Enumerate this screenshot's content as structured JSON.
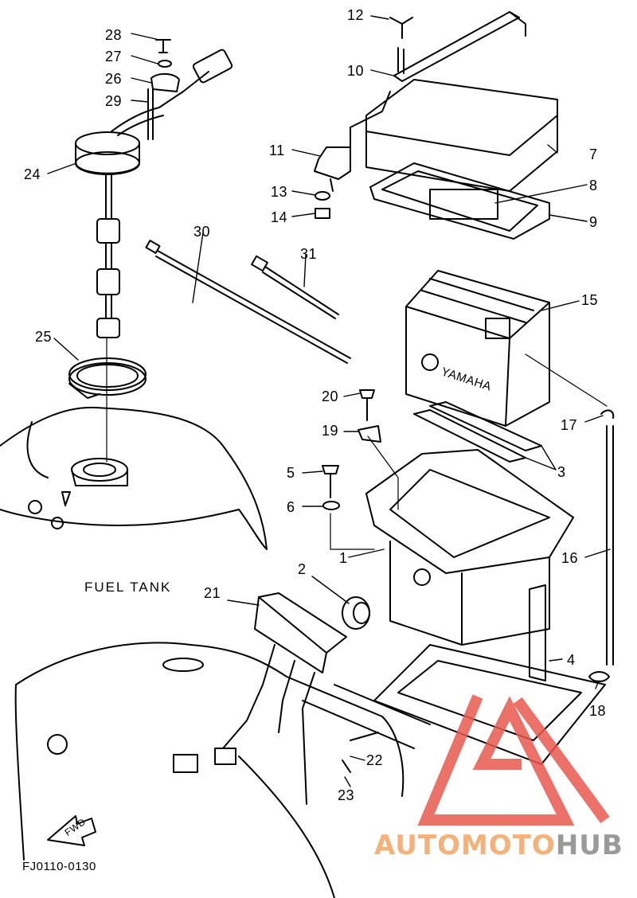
{
  "callouts": {
    "n1": "1",
    "n2": "2",
    "n3": "3",
    "n4": "4",
    "n5": "5",
    "n6": "6",
    "n7": "7",
    "n8": "8",
    "n9": "9",
    "n10": "10",
    "n11": "11",
    "n12": "12",
    "n13": "13",
    "n14": "14",
    "n15": "15",
    "n16": "16",
    "n17": "17",
    "n18": "18",
    "n19": "19",
    "n20": "20",
    "n21": "21",
    "n22": "22",
    "n23": "23",
    "n24": "24",
    "n25": "25",
    "n26": "26",
    "n27": "27",
    "n28": "28",
    "n29": "29",
    "n30": "30",
    "n31": "31"
  },
  "fuel_tank_label": "FUEL TANK",
  "fwd_label": "FWD",
  "battery_brand": "YAMAHA",
  "drawing_code": "FJ0110-0130",
  "watermark": {
    "part1": "AUTOMOTO",
    "part2": "HUB",
    "colors": {
      "triangle": "#e8594f",
      "text1": "#f4b27a",
      "text2": "#9a9a9a"
    }
  }
}
